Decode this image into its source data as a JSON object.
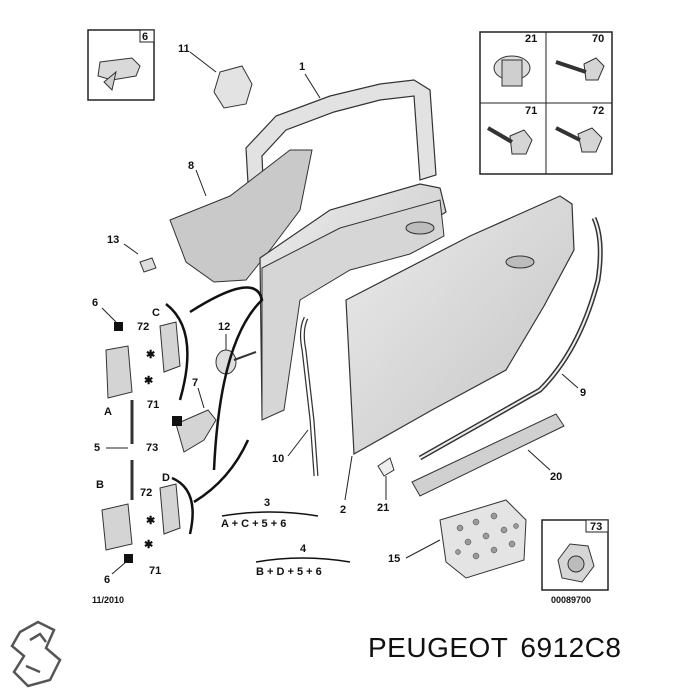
{
  "callouts": {
    "c1": "1",
    "c2": "2",
    "c3": "3",
    "c4": "4",
    "c5": "5",
    "c6a": "6",
    "c6b": "6",
    "c6c": "6",
    "c7": "7",
    "c8": "8",
    "c9": "9",
    "c10": "10",
    "c11": "11",
    "c12": "12",
    "c13": "13",
    "c15": "15",
    "c20": "20",
    "c21a": "21",
    "c21b": "21",
    "c70": "70",
    "c71a": "71",
    "c71b": "71",
    "c71c": "71",
    "c72a": "72",
    "c72b": "72",
    "c72c": "72",
    "c73a": "73",
    "c73b": "73",
    "cA": "A",
    "cB": "B",
    "cC": "C",
    "cD": "D"
  },
  "formulas": {
    "f3": "A + C + 5 + 6",
    "f4": "B + D + 5 + 6"
  },
  "date_code": "11/2010",
  "diagram_number": "00089700",
  "brand": {
    "name": "PEUGEOT",
    "part_number": "6912C8"
  },
  "colors": {
    "part_fill": "#d9d9d9",
    "line": "#222222",
    "background": "#ffffff"
  }
}
